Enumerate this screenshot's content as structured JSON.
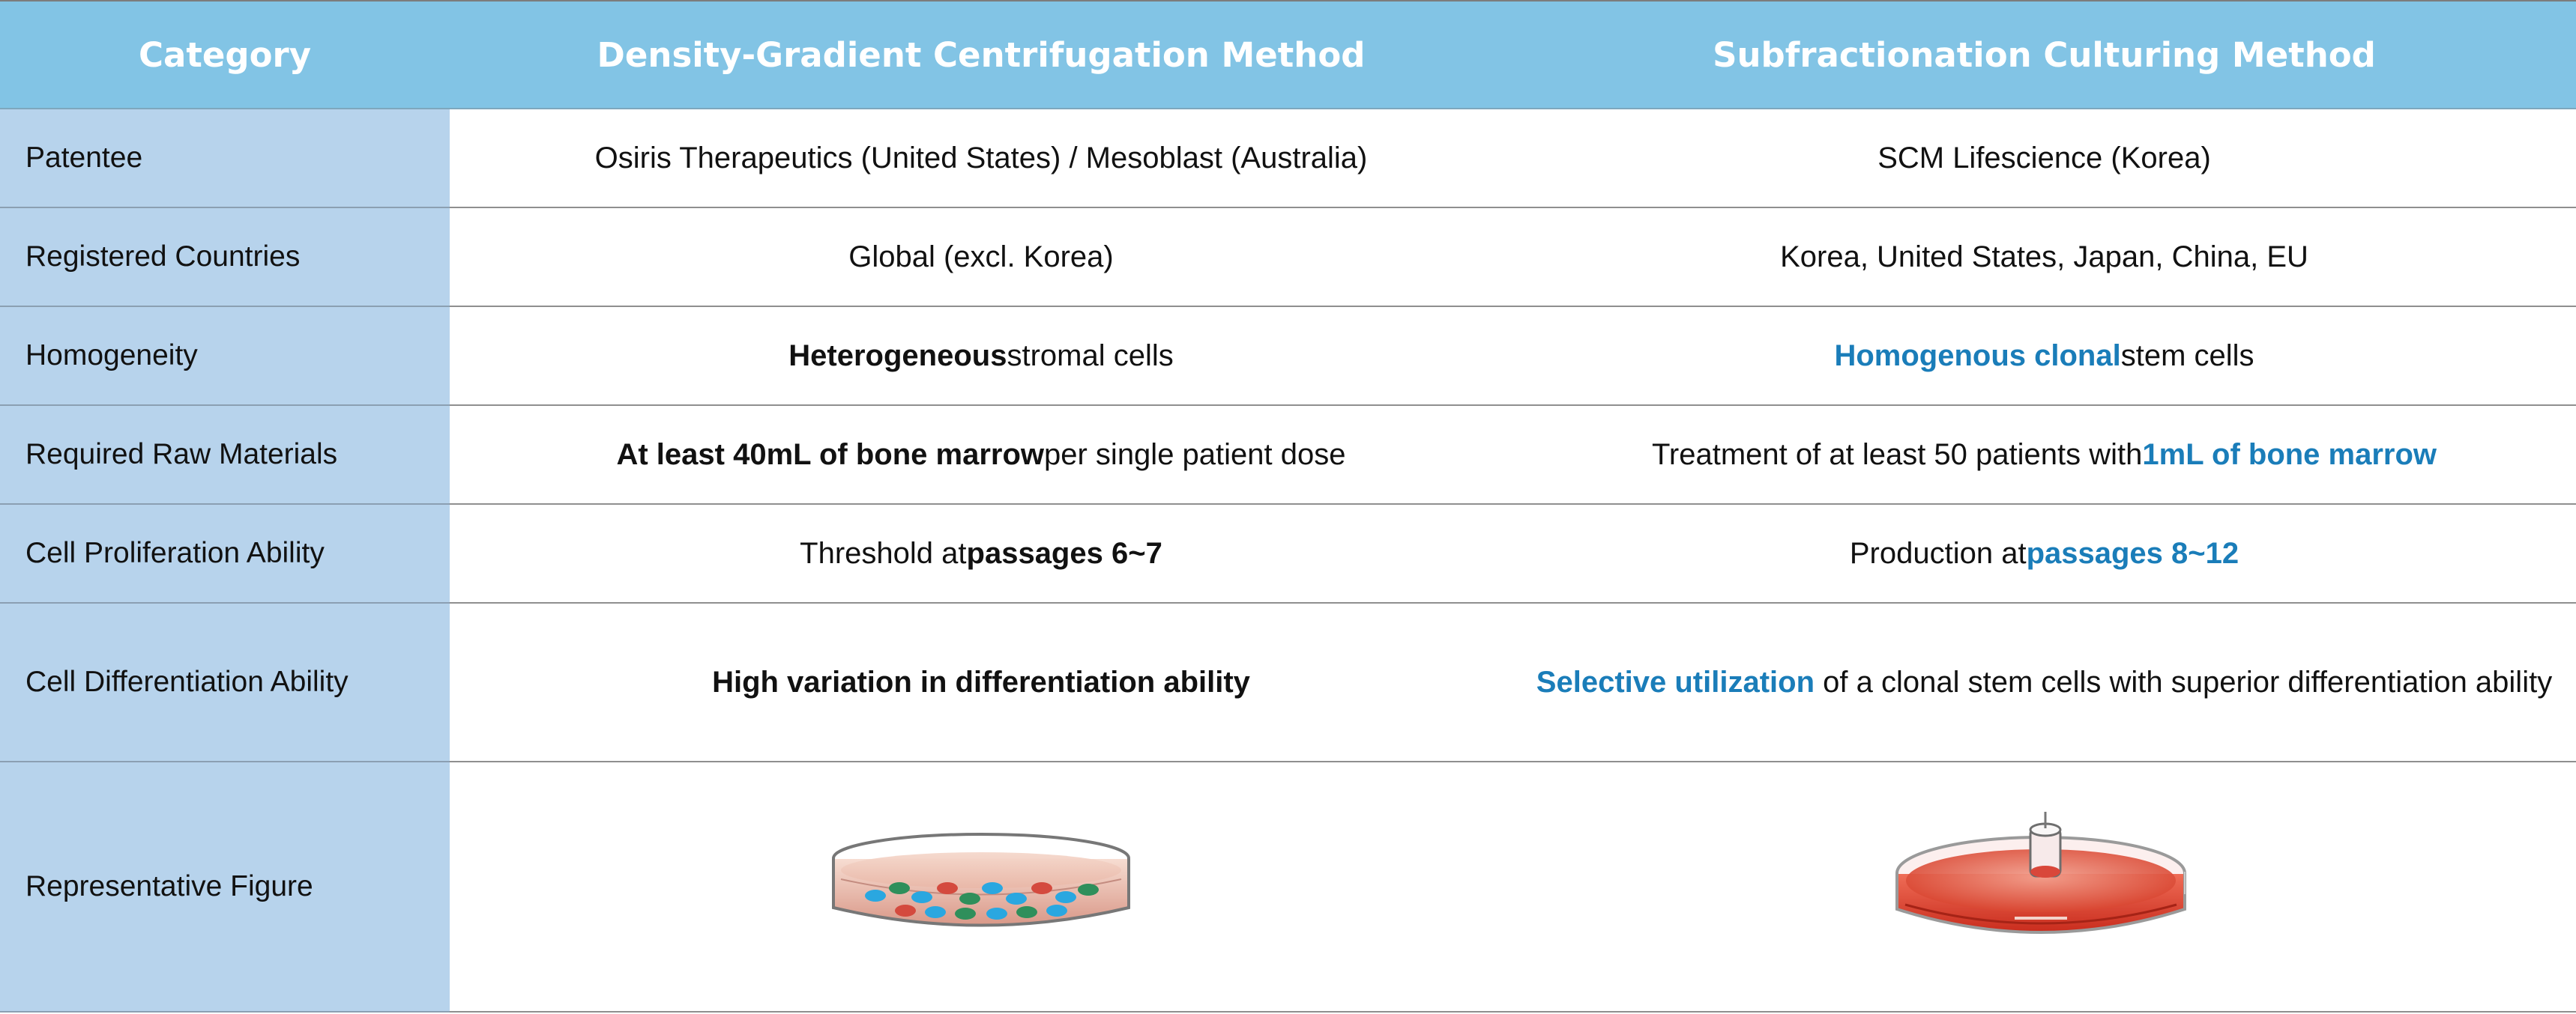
{
  "table": {
    "headers": {
      "category": "Category",
      "density": "Density-Gradient Centrifugation Method",
      "subfractionation": "Subfractionation Culturing Method"
    },
    "rows": {
      "patentee": {
        "label": "Patentee",
        "density": "Osiris Therapeutics (United States) / Mesoblast (Australia)",
        "subfractionation": "SCM Lifescience (Korea)"
      },
      "countries": {
        "label": "Registered Countries",
        "density": "Global (excl. Korea)",
        "subfractionation": "Korea, United States, Japan, China, EU"
      },
      "homogeneity": {
        "label": "Homogeneity",
        "density_bold": "Heterogeneous",
        "density_rest": " stromal cells",
        "subfractionation_highlight": "Homogenous clonal",
        "subfractionation_rest": " stem cells"
      },
      "raw": {
        "label": "Required Raw Materials",
        "density_bold": "At least 40mL of bone marrow",
        "density_rest": " per single patient dose",
        "subfractionation_prefix": "Treatment of at least 50 patients with ",
        "subfractionation_highlight": "1mL of bone marrow"
      },
      "proliferation": {
        "label": "Cell Proliferation Ability",
        "density_prefix": "Threshold at ",
        "density_bold": "passages 6~7",
        "subfractionation_prefix": "Production at ",
        "subfractionation_highlight": "passages 8~12"
      },
      "differentiation": {
        "label": "Cell Differentiation Ability",
        "density_bold": "High variation in differentiation ability",
        "subfractionation_highlight": "Selective utilization",
        "subfractionation_rest": " of a clonal stem cells with superior differentiation ability"
      },
      "figure": {
        "label": "Representative Figure"
      }
    }
  },
  "colors": {
    "header_background": "#82c4e5",
    "label_background": "#b7d3ec",
    "highlight_text": "#1a7db9"
  },
  "icons": {
    "left_figure": "petri-dish-with-colored-cells",
    "right_figure": "petri-dish-with-red-medium-and-cylinder"
  }
}
